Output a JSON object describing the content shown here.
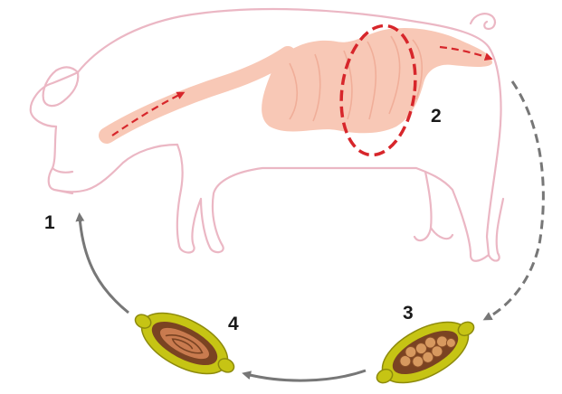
{
  "steps": [
    {
      "label": "1"
    },
    {
      "label": "2"
    },
    {
      "label": "3"
    },
    {
      "label": "4"
    }
  ],
  "colors": {
    "pig_outline": "#ebb7c4",
    "intestine": "#f8c8b6",
    "intestine_shadow": "#f0ae99",
    "highlight": "#d7262b",
    "cycle_arrow": "#777777",
    "egg_shell": "#c6c414",
    "egg_inner": "#7a4322",
    "egg_larva": "#c97b4f",
    "label_text": "#1a1a1a"
  }
}
